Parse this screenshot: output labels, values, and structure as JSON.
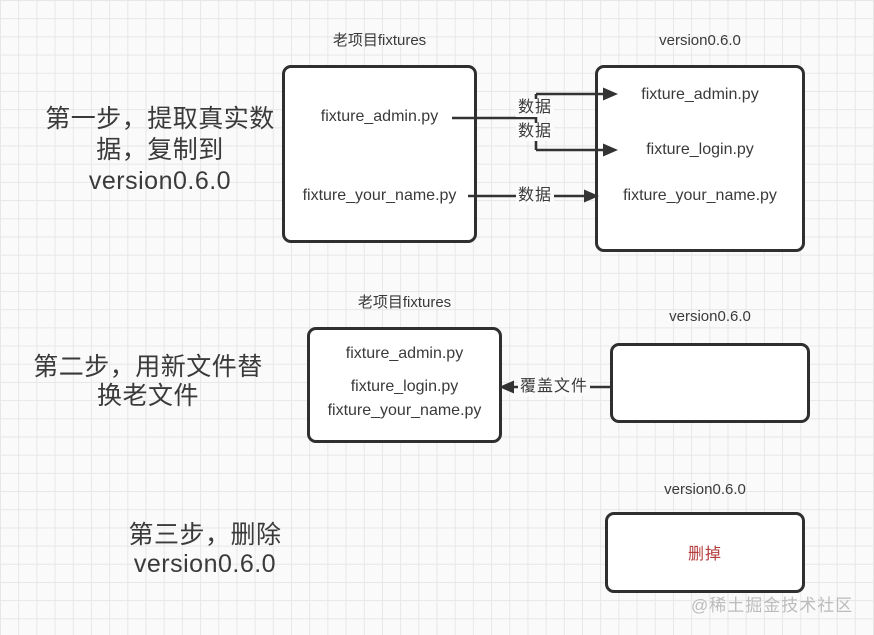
{
  "step1": {
    "label_lines": [
      "第一步，提取真实数",
      "据，复制到",
      "version0.6.0"
    ],
    "old_box": {
      "title": "老项目fixtures",
      "files": [
        "fixture_admin.py",
        "fixture_your_name.py"
      ]
    },
    "new_box": {
      "title": "version0.6.0",
      "files": [
        "fixture_admin.py",
        "fixture_login.py",
        "fixture_your_name.py"
      ]
    },
    "edge_labels": [
      "数据",
      "数据",
      "数据"
    ]
  },
  "step2": {
    "label_lines": [
      "第二步，用新文件替",
      "换老文件"
    ],
    "old_box": {
      "title": "老项目fixtures",
      "files": [
        "fixture_admin.py",
        "fixture_login.py",
        "fixture_your_name.py"
      ]
    },
    "new_box": {
      "title": "version0.6.0"
    },
    "edge_label": "覆盖文件"
  },
  "step3": {
    "label_lines": [
      "第三步，删除",
      "version0.6.0"
    ],
    "box": {
      "title": "version0.6.0",
      "content": "删掉"
    }
  },
  "watermark": "@稀土掘金技术社区",
  "colors": {
    "line": "#333333",
    "text": "#3a3a3a",
    "delete_red": "#b43c3c",
    "watermark_gray": "#bcbcbc",
    "paper": "#fafafa",
    "grid": "#e7e7e7"
  }
}
